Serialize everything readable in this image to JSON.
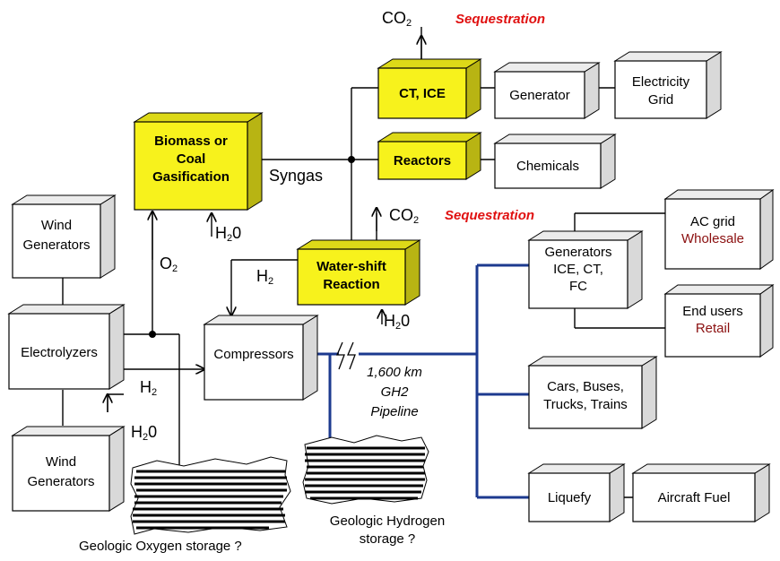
{
  "colors": {
    "process_box": "#f7f21c",
    "pipeline": "#1c3a8f",
    "sequestration_text": "#e01010",
    "market_text": "#8b1010"
  },
  "boxes": {
    "wind_top": [
      "Wind",
      "Generators"
    ],
    "wind_bottom": [
      "Wind",
      "Generators"
    ],
    "electrolyzers": [
      "Electrolyzers"
    ],
    "compressors": [
      "Compressors"
    ],
    "gasification": [
      "Biomass or",
      "Coal",
      "Gasification"
    ],
    "water_shift": [
      "Water-shift",
      "Reaction"
    ],
    "ct_ice": [
      "CT, ICE"
    ],
    "reactors": [
      "Reactors"
    ],
    "generator": [
      "Generator"
    ],
    "electricity_grid": [
      "Electricity",
      "Grid"
    ],
    "chemicals": [
      "Chemicals"
    ],
    "generators_fc": [
      "Generators",
      "ICE, CT,",
      "FC"
    ],
    "ac_grid": [
      "AC grid",
      "Wholesale"
    ],
    "end_users": [
      "End users",
      "Retail"
    ],
    "vehicles": [
      "Cars, Buses,",
      "Trucks, Trains"
    ],
    "liquefy": [
      "Liquefy"
    ],
    "aircraft_fuel": [
      "Aircraft Fuel"
    ]
  },
  "labels": {
    "co2_top": "CO",
    "co2_top_sub": "2",
    "sequestration_top": "Sequestration",
    "co2_mid": "CO",
    "co2_mid_sub": "2",
    "sequestration_mid": "Sequestration",
    "syngas": "Syngas",
    "h2o_gasification": "H",
    "h2o_gasification_sub": "2",
    "h2o_gasification_end": "0",
    "o2": "O",
    "o2_sub": "2",
    "h2_to_compressor": "H",
    "h2_to_compressor_sub": "2",
    "h2o_watershift": "H",
    "h2o_watershift_sub": "2",
    "h2o_watershift_end": "0",
    "h2_electrolyzer": "H",
    "h2_electrolyzer_sub": "2",
    "h2o_electrolyzer": "H",
    "h2o_electrolyzer_sub": "2",
    "h2o_electrolyzer_end": "0",
    "pipeline": [
      "1,600 km",
      "GH2",
      "Pipeline"
    ],
    "oxygen_storage": "Geologic Oxygen storage ?",
    "hydrogen_storage": [
      "Geologic Hydrogen",
      "storage ?"
    ]
  }
}
